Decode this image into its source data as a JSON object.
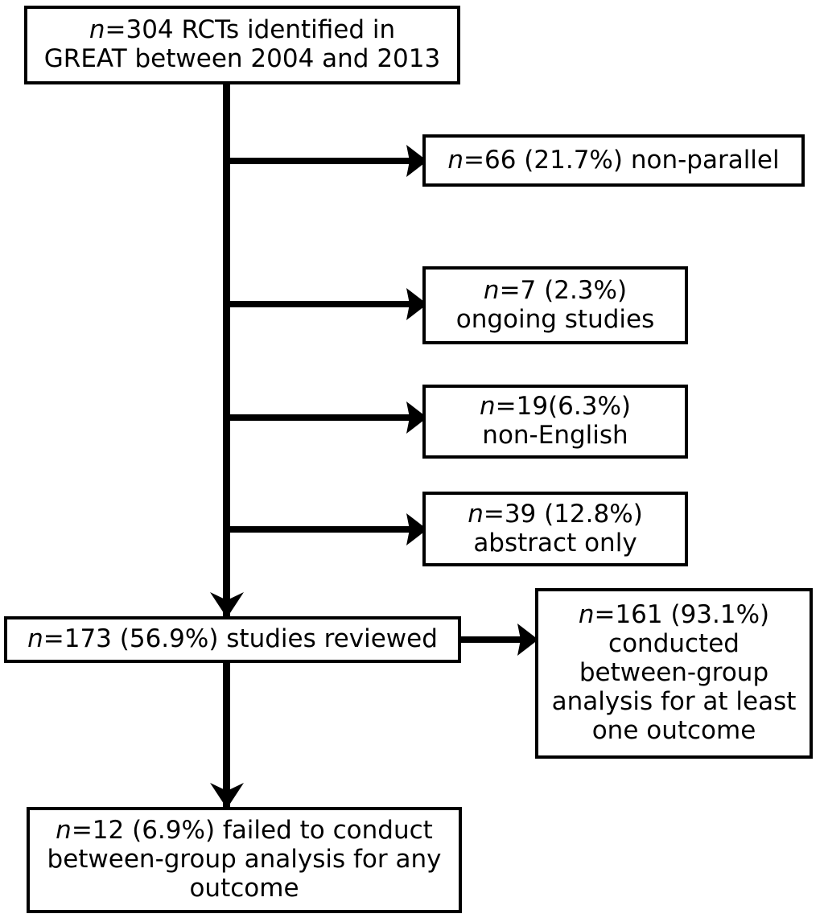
{
  "diagram": {
    "title": "Study selection flow diagram",
    "background_color": "#ffffff",
    "line_color": "#000000",
    "nodes": {
      "identified": {
        "line1_prefix": "n",
        "text": "n=304 RCTs identified in\nGREAT between 2004 and 2013",
        "n_value": 304
      },
      "non_parallel": {
        "text": "n=66 (21.7%) non-parallel",
        "n_value": 66,
        "percent": "21.7%",
        "reason": "non-parallel"
      },
      "ongoing": {
        "text": "n=7 (2.3%)\nongoing studies",
        "n_value": 7,
        "percent": "2.3%",
        "reason": "ongoing studies"
      },
      "non_english": {
        "text": "n=19(6.3%)\nnon-English",
        "n_value": 19,
        "percent": "6.3%",
        "reason": "non-English"
      },
      "abstract_only": {
        "text": "n=39 (12.8%)\nabstract only",
        "n_value": 39,
        "percent": "12.8%",
        "reason": "abstract only"
      },
      "reviewed": {
        "text": "n=173 (56.9%) studies reviewed",
        "n_value": 173,
        "percent": "56.9%"
      },
      "conducted": {
        "text": "n=161 (93.1%)\nconducted\nbetween-group\nanalysis for at least\none outcome",
        "n_value": 161,
        "percent": "93.1%"
      },
      "failed": {
        "text": "n=12 (6.9%) failed to conduct\nbetween-group analysis for any\noutcome",
        "n_value": 12,
        "percent": "6.9%"
      }
    },
    "connectors": [
      {
        "name": "main-spine",
        "from": "identified",
        "to": "reviewed"
      },
      {
        "name": "exclusion-1",
        "from": "main-spine",
        "to": "non_parallel"
      },
      {
        "name": "exclusion-2",
        "from": "main-spine",
        "to": "ongoing"
      },
      {
        "name": "exclusion-3",
        "from": "main-spine",
        "to": "non_english"
      },
      {
        "name": "exclusion-4",
        "from": "main-spine",
        "to": "abstract_only"
      },
      {
        "name": "reviewed-to-conducted",
        "from": "reviewed",
        "to": "conducted"
      },
      {
        "name": "reviewed-to-failed",
        "from": "reviewed",
        "to": "failed"
      }
    ]
  }
}
